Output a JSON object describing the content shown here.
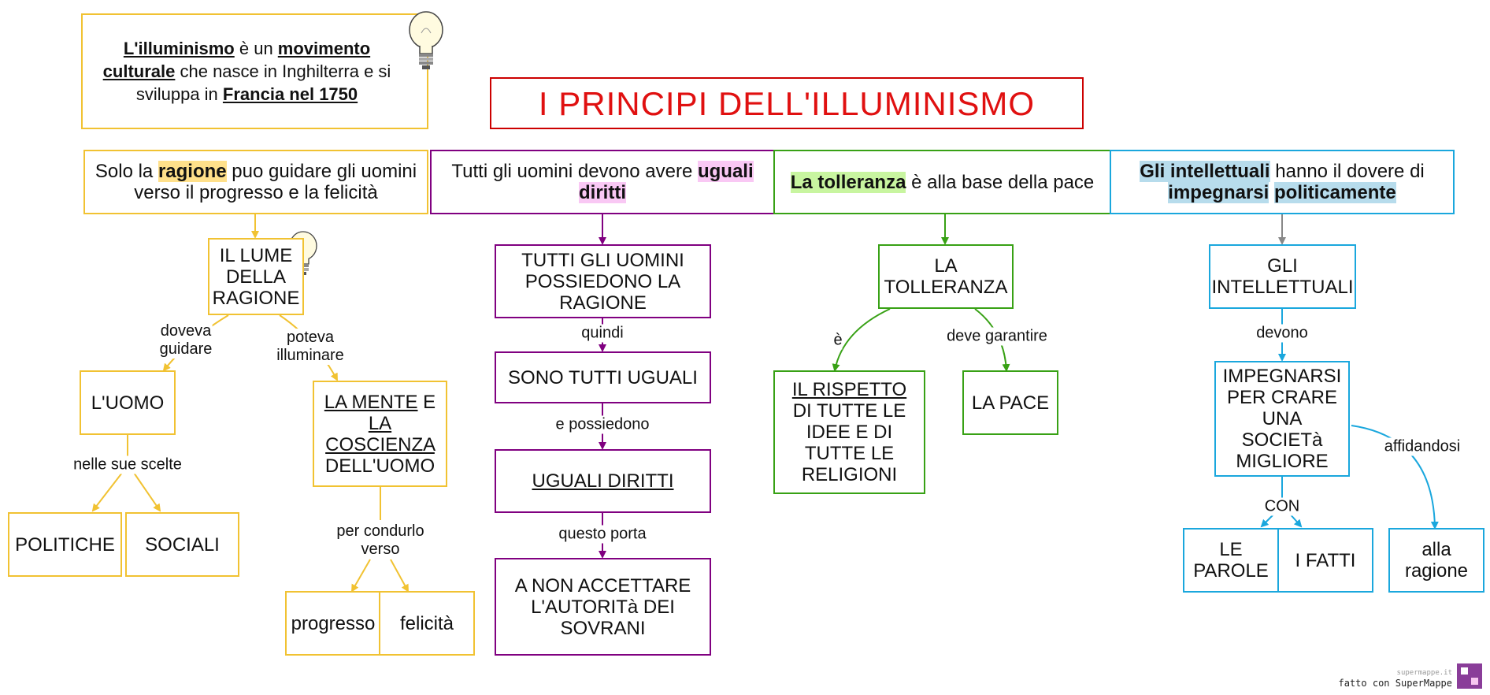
{
  "intro": {
    "t1": "L'illuminismo",
    "t2": " è un ",
    "t3": "movimento culturale",
    "t4": " che nasce in Inghilterra e si sviluppa in ",
    "t5": "Francia nel 1750"
  },
  "title": "I PRINCIPI  DELL'ILLUMINISMO",
  "branches": {
    "ragione": {
      "header": {
        "pre": "Solo la ",
        "hl": "ragione",
        "post": " puo guidare gli uomini verso il progresso e la felicità"
      },
      "lume": "IL LUME DELLA RAGIONE",
      "lbl_guidare": "doveva\nguidare",
      "lbl_illuminare": "poteva\nilluminare",
      "uomo": "L'UOMO",
      "lbl_scelte": "nelle sue scelte",
      "politiche": "POLITICHE",
      "sociali": "SOCIALI",
      "mente": {
        "a": "LA MENTE",
        "b": " E ",
        "c": "LA COSCIENZA",
        "d": " DELL'UOMO"
      },
      "lbl_condurlo": "per condurlo\nverso",
      "progresso": "progresso",
      "felicita": "felicità"
    },
    "uguali": {
      "header": {
        "pre": "Tutti gli uomini devono avere ",
        "hl": "uguali diritti"
      },
      "n1": "TUTTI GLI UOMINI POSSIEDONO LA RAGIONE",
      "lbl_quindi": "quindi",
      "n2": "SONO TUTTI UGUALI",
      "lbl_possiedono": "e possiedono",
      "n3": "UGUALI DIRITTI",
      "lbl_porta": "questo porta",
      "n4": "A NON ACCETTARE L'AUTORITà DEI SOVRANI"
    },
    "tolleranza": {
      "header": {
        "hl": "La tolleranza",
        "post": " è alla base della pace"
      },
      "n1": "LA TOLLERANZA",
      "lbl_e": "è",
      "lbl_garantire": "deve garantire",
      "rispetto": {
        "a": "IL RISPETTO",
        "b": " DI TUTTE LE IDEE E DI TUTTE LE RELIGIONI"
      },
      "pace": "LA PACE"
    },
    "intellettuali": {
      "header": {
        "hl1": "Gli intellettuali",
        "mid": " hanno il dovere di ",
        "hl2": "impegnarsi",
        "sp": " ",
        "hl3": "politicamente"
      },
      "n1": "GLI INTELLETTUALI",
      "lbl_devono": "devono",
      "n2": "IMPEGNARSI PER CRARE UNA SOCIETà MIGLIORE",
      "lbl_con": "CON",
      "lbl_affidandosi": "affidandosi",
      "parole": "LE PAROLE",
      "fatti": "I FATTI",
      "ragione": "alla ragione"
    }
  },
  "logo": {
    "small": "supermappe.it",
    "text": "fatto con SuperMappe"
  },
  "colors": {
    "yellow": "#f1c232",
    "purple": "#800080",
    "green": "#38a115",
    "cyan": "#1aa7dd",
    "red": "#cc0000",
    "gray": "#888888"
  }
}
